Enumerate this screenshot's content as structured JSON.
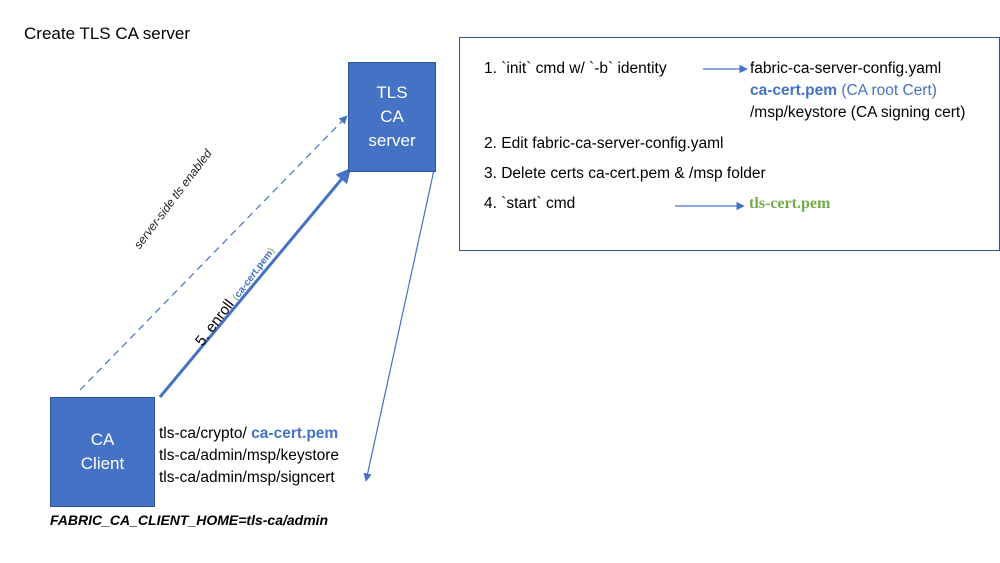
{
  "title": "Create TLS CA server",
  "tls_server": {
    "lines": [
      "TLS",
      "CA",
      "server"
    ]
  },
  "ca_client": {
    "lines": [
      "CA",
      "Client"
    ]
  },
  "steps": {
    "step1_label": "1. `init` cmd w/ `-b` identity",
    "step1_out1": "fabric-ca-server-config.yaml",
    "step1_out2_bold": "ca-cert.pem",
    "step1_out2_rest": " (CA root Cert)",
    "step1_out3": "/msp/keystore (CA signing cert)",
    "step2": "2. Edit fabric-ca-server-config.yaml",
    "step3": "3. Delete certs ca-cert.pem & /msp folder",
    "step4_label": "4. `start` cmd",
    "step4_out": "tls-cert.pem"
  },
  "client_files": {
    "line1_prefix": "tls-ca/crypto/ ",
    "line1_bold": "ca-cert.pem",
    "line2": "tls-ca/admin/msp/keystore",
    "line3": "tls-ca/admin/msp/signcert"
  },
  "client_home": "FABRIC_CA_CLIENT_HOME=tls-ca/admin",
  "arrows": {
    "tls_label": "server-side tls enabled",
    "enroll_label": "5. enroll",
    "enroll_cert": "(ca-cert.pem)"
  },
  "colors": {
    "box": "#4472c4",
    "arrow": "#4472c4",
    "accent_green": "#70ad47"
  }
}
